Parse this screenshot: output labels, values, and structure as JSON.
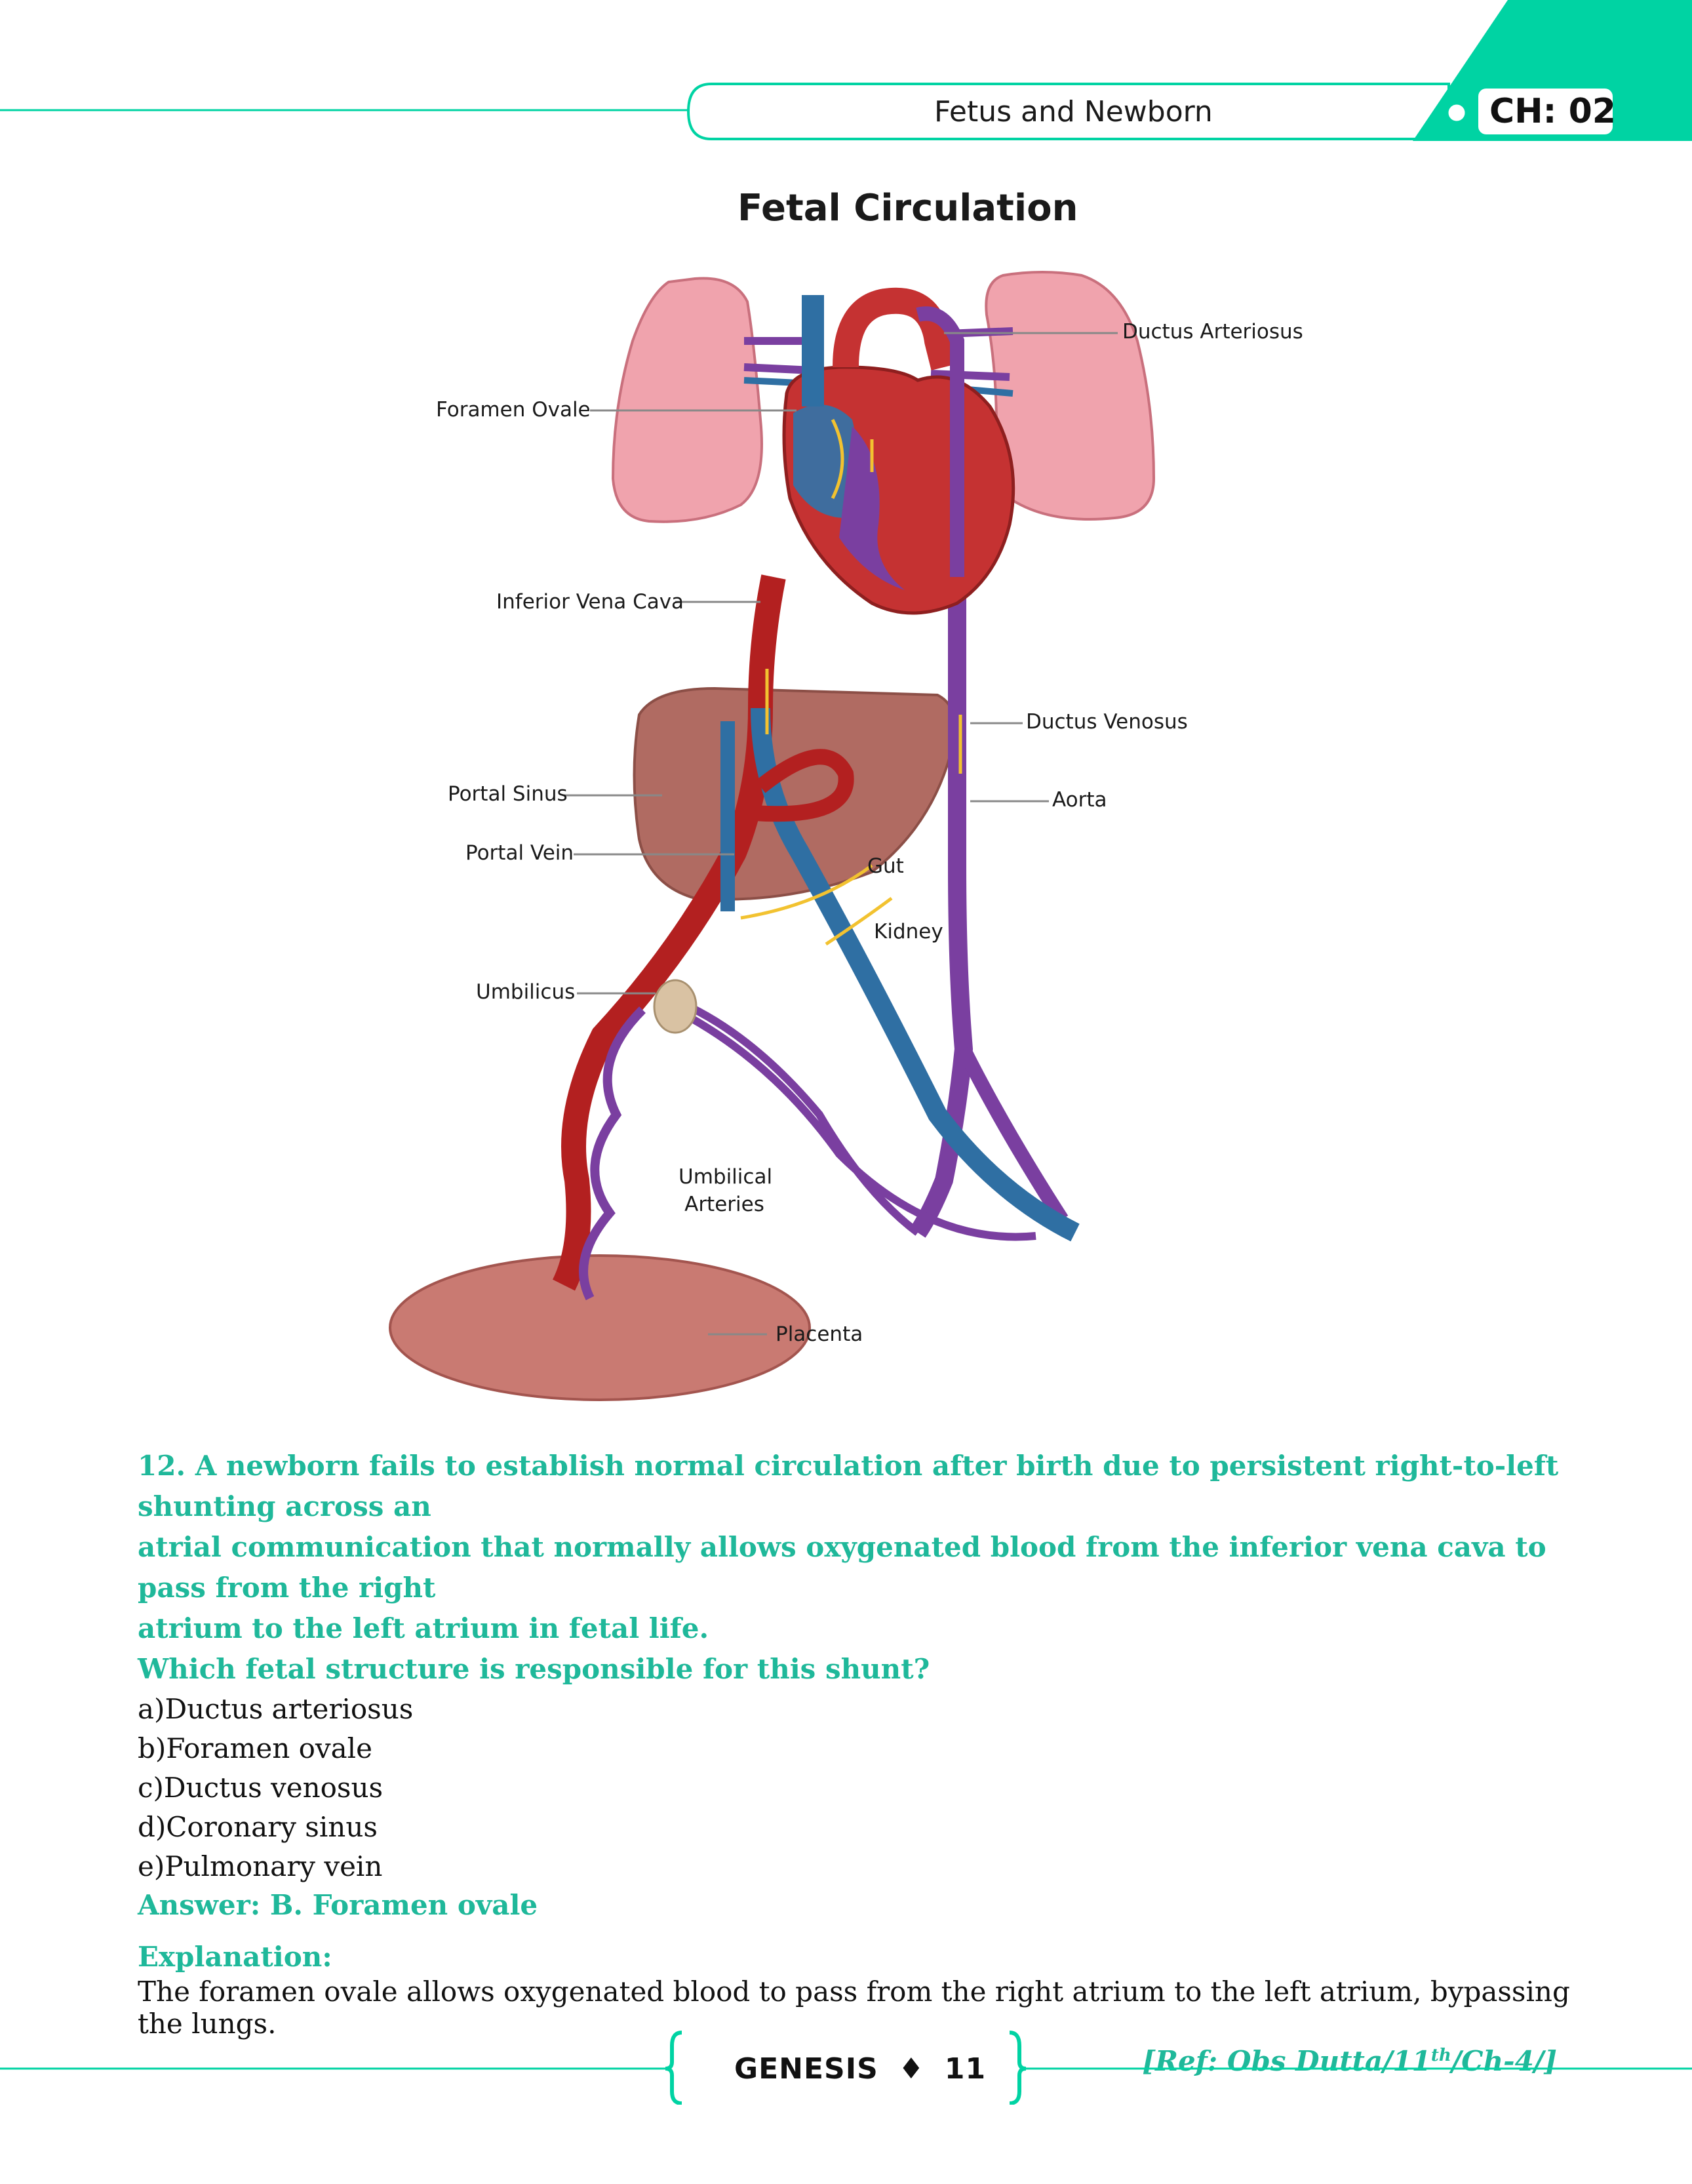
{
  "header": {
    "title": "Fetus and Newborn",
    "chapter": "CH: 02",
    "accent": "#00d3a3"
  },
  "diagram": {
    "title": "Fetal Circulation",
    "labels": {
      "ductus_arteriosus": "Ductus Arteriosus",
      "foramen_ovale": "Foramen Ovale",
      "inferior_vena_cava": "Inferior Vena Cava",
      "ductus_venosus": "Ductus Venosus",
      "aorta": "Aorta",
      "portal_sinus": "Portal Sinus",
      "portal_vein": "Portal Vein",
      "gut": "Gut",
      "kidney": "Kidney",
      "umbilicus": "Umbilicus",
      "umbilical_arteries_1": "Umbilical",
      "umbilical_arteries_2": "Arteries",
      "placenta": "Placenta"
    }
  },
  "question": {
    "stem_lines": [
      "12. A newborn fails to establish normal circulation after birth due to persistent right-to-left shunting across an",
      "atrial communication that normally allows oxygenated blood from the inferior vena cava to pass from the right",
      "atrium to the left atrium in fetal life."
    ],
    "prompt": "Which fetal structure is responsible for this shunt?",
    "options": [
      {
        "letter": "a)",
        "text": "Ductus arteriosus"
      },
      {
        "letter": "b)",
        "text": "Foramen ovale"
      },
      {
        "letter": "c)",
        "text": "Ductus venosus"
      },
      {
        "letter": "d)",
        "text": "Coronary sinus"
      },
      {
        "letter": "e)",
        "text": "Pulmonary vein"
      }
    ],
    "answer": "Answer: B. Foramen ovale",
    "explanation_heading": "Explanation:",
    "explanation": "The foramen ovale allows oxygenated blood to pass from the right atrium to the left atrium, bypassing the lungs.",
    "reference_prefix": "[Ref: Obs Dutta/11",
    "reference_sup": "th",
    "reference_suffix": "/Ch-4/]"
  },
  "footer": {
    "brand": "GENESIS",
    "separator": "♦",
    "page": "11"
  }
}
